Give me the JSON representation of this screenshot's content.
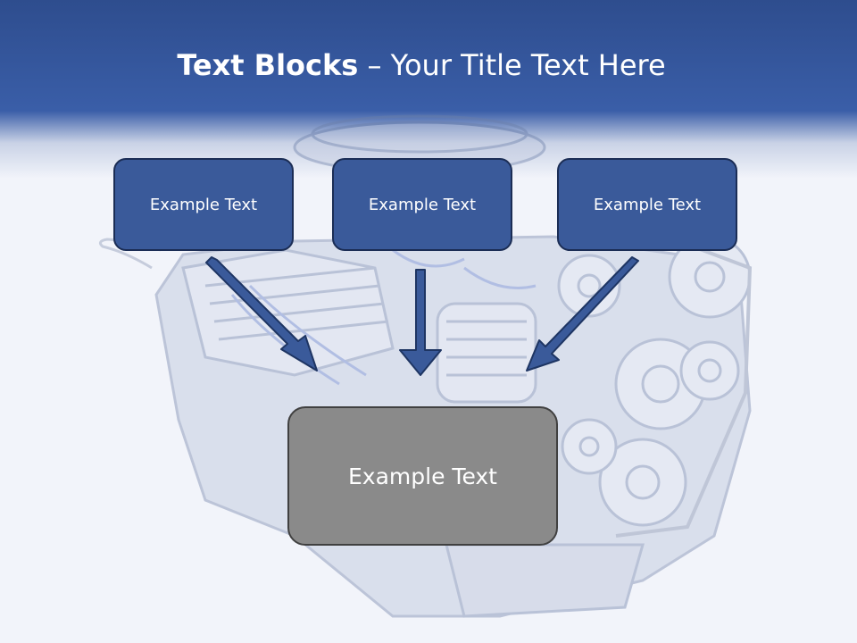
{
  "title": {
    "bold_part": "Text Blocks",
    "separator": " – ",
    "regular_part": "Your Title Text Here"
  },
  "blocks": {
    "top": [
      "Example Text",
      "Example Text",
      "Example Text"
    ],
    "bottom": "Example Text"
  },
  "colors": {
    "header": "#3a5ea8",
    "box_fill": "#3a5a9a",
    "box_border": "#1b2d55",
    "target_fill": "#8a8a8a",
    "target_border": "#404040",
    "arrow": "#3a5a9a"
  },
  "background_image": "engine-photo"
}
